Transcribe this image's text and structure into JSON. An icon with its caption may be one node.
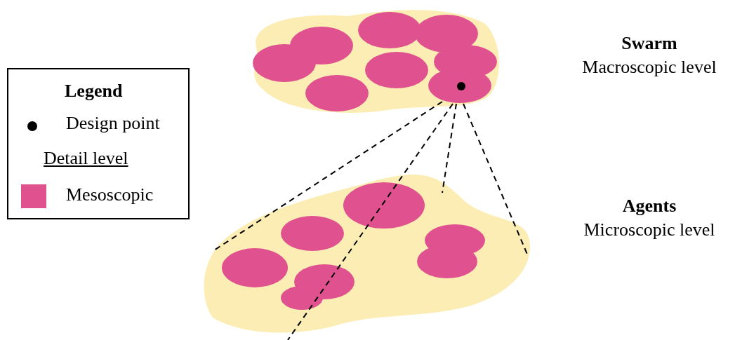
{
  "diagram": {
    "nodes": [
      {
        "text": [],
        "shape": "cloud",
        "beside": [
          "Swarm",
          "Macroscopic level"
        ]
      },
      {
        "text": [],
        "shape": "circle",
        "in": 0
      },
      {
        "text": [],
        "shape": "cloud",
        "beside": [
          "Agents",
          "Microscopic level"
        ]
      }
    ],
    "edges": [
      {
        "from": 1,
        "to": 2,
        "arrow": "none",
        "style": "dashed"
      },
      {
        "from": 1,
        "to": 2,
        "arrow": "none",
        "style": "dashed"
      },
      {
        "from": 1,
        "to": 2,
        "arrow": "none",
        "style": "dashed"
      },
      {
        "from": 1,
        "to": 2,
        "arrow": "none",
        "style": "dashed"
      }
    ],
    "labels": [
      "Legend",
      "Detail level"
    ],
    "legend": [
      {
        "text": "Design point"
      },
      {
        "text": "Mesoscopic",
        "color": "#e0528f"
      }
    ]
  }
}
